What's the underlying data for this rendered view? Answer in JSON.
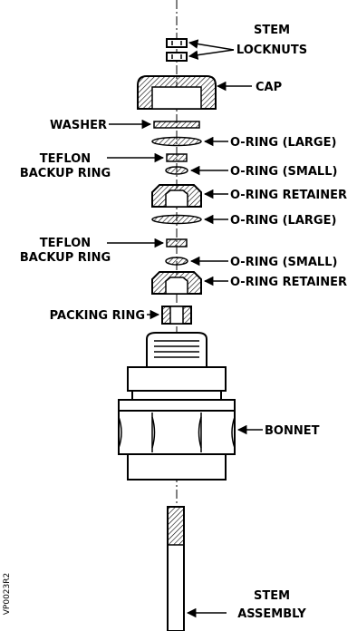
{
  "labels": {
    "stem_locknuts_1": "STEM",
    "stem_locknuts_2": "LOCKNUTS",
    "cap": "CAP",
    "washer": "WASHER",
    "o_ring_large_1": "O-RING (LARGE)",
    "teflon_backup_ring_1_line1": "TEFLON",
    "teflon_backup_ring_1_line2": "BACKUP RING",
    "o_ring_small_1": "O-RING (SMALL)",
    "o_ring_retainer_1": "O-RING RETAINER",
    "o_ring_large_2": "O-RING (LARGE)",
    "teflon_backup_ring_2_line1": "TEFLON",
    "teflon_backup_ring_2_line2": "BACKUP RING",
    "o_ring_small_2": "O-RING (SMALL)",
    "o_ring_retainer_2": "O-RING RETAINER",
    "packing_ring": "PACKING RING",
    "bonnet": "BONNET",
    "stem_assembly_1": "STEM",
    "stem_assembly_2": "ASSEMBLY"
  },
  "figure_code": "VP0023R2",
  "colors": {
    "ink": "#000000",
    "paper": "#ffffff"
  }
}
